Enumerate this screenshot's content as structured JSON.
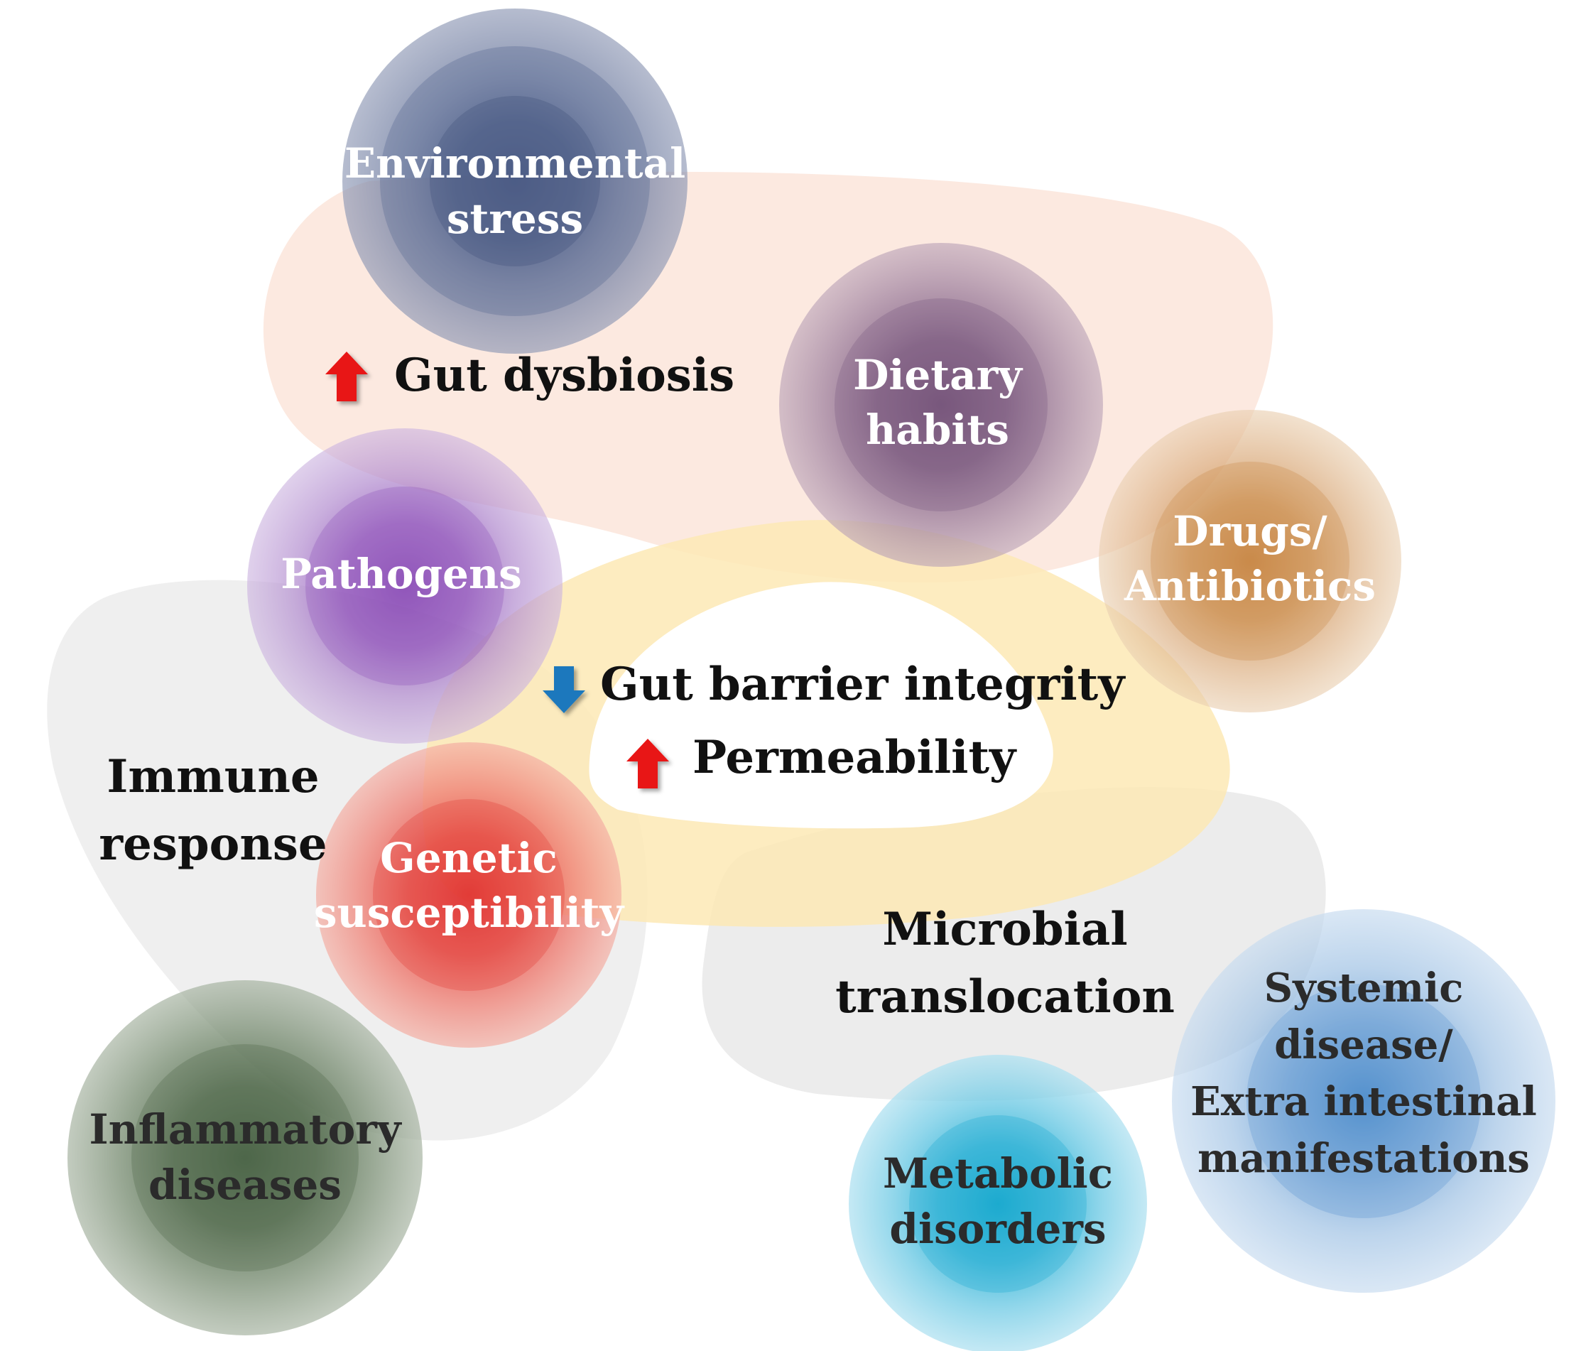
{
  "regions": {
    "gut_dysbiosis": "Gut dysbiosis",
    "barrier": "Gut barrier integrity",
    "permeability": "Permeability",
    "immune": [
      "Immune",
      "response"
    ],
    "microbial": [
      "Microbial",
      "translocation"
    ]
  },
  "factors": {
    "environmental": [
      "Environmental",
      "stress"
    ],
    "dietary": [
      "Dietary",
      "habits"
    ],
    "drugs": [
      "Drugs/",
      "Antibiotics"
    ],
    "pathogens": [
      "Pathogens"
    ],
    "genetic": [
      "Genetic",
      "susceptibility"
    ]
  },
  "outcomes": {
    "inflammatory": [
      "Inflammatory",
      "diseases"
    ],
    "metabolic": [
      "Metabolic",
      "disorders"
    ],
    "systemic": [
      "Systemic",
      "disease/",
      "Extra intestinal",
      "manifestations"
    ]
  },
  "colors": {
    "environmental": "#5f6f95",
    "dietary": "#8a6a8c",
    "drugs": "#c8945e",
    "pathogens": "#9a66be",
    "genetic": "#e5584f",
    "inflammatory": "#5d7457",
    "metabolic": "#3fb9d6",
    "systemic": "#6e9fd2",
    "up_arrow": "#e81414",
    "down_arrow": "#1b78bd"
  },
  "icons": {
    "up": "arrow-up-icon",
    "down": "arrow-down-icon"
  }
}
